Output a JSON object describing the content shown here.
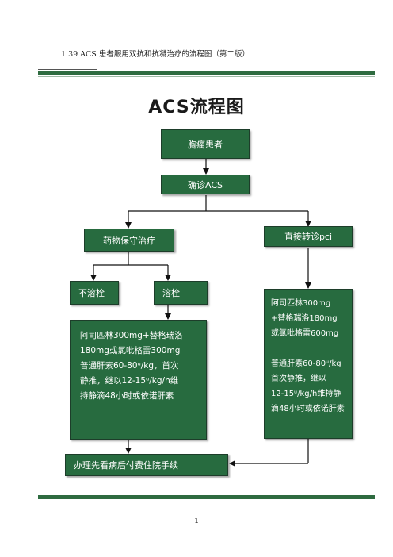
{
  "doc": {
    "heading": "1.39 ACS 患者服用双抗和抗凝治疗的流程图（第二版）",
    "page_number": "1"
  },
  "flow": {
    "title": "ACS流程图",
    "chest_pain": "胸痛患者",
    "confirm_acs": "确诊ACS",
    "drug_therapy": "药物保守治疗",
    "direct_pci": "直接转诊pci",
    "no_thrombolysis": "不溶栓",
    "thrombolysis": "溶栓",
    "conservative_box": [
      "阿司匹林300mg+替格瑞洛",
      "180mg或氯吡格雷300mg",
      "普通肝素60-80ᵘ/kg，首次",
      "静推，继以12-15ᵘ/kg/h维",
      "持静滴48小时或依诺肝素"
    ],
    "pci_box_top": [
      "阿司匹林300mg",
      "+替格瑞洛180mg",
      "或氯吡格雷600mg"
    ],
    "pci_box_bottom": [
      "普通肝素60-80ᵘ/kg",
      "首次静推，继以",
      "12-15ᵘ/kg/h维持静",
      "滴48小时或依诺肝素"
    ],
    "admission": "办理先看病后付费住院手续"
  }
}
